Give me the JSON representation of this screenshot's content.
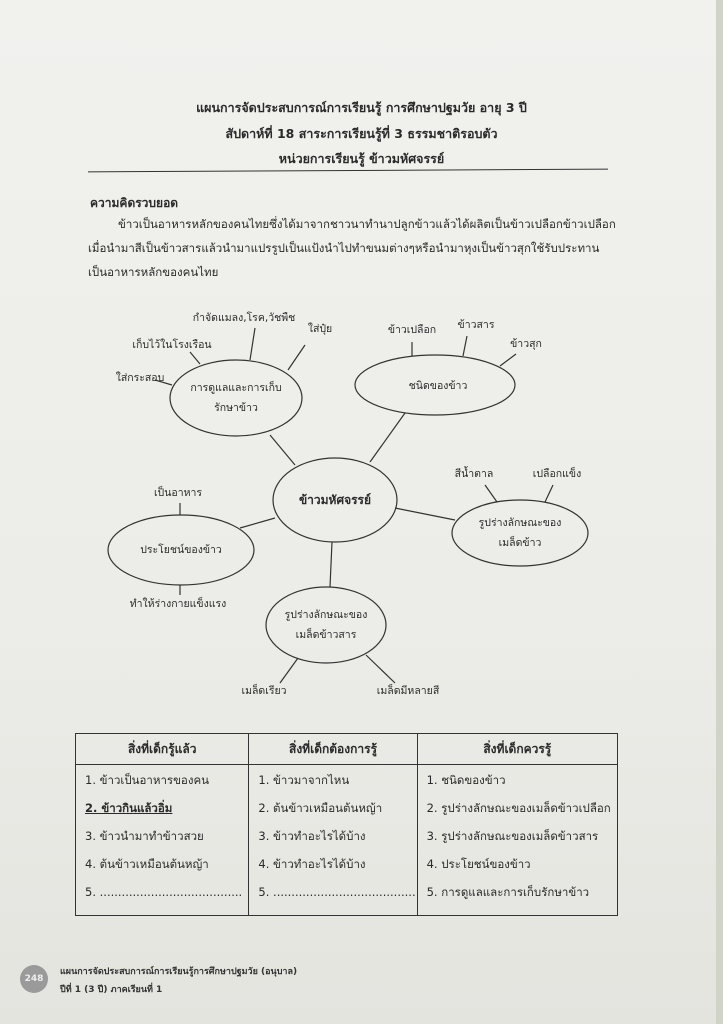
{
  "header": {
    "line1": "แผนการจัดประสบการณ์การเรียนรู้ การศึกษาปฐมวัย  อายุ 3  ปี",
    "line2": "สัปดาห์ที่ 18   สาระการเรียนรู้ที่ 3   ธรรมชาติรอบตัว",
    "line3": "หน่วยการเรียนรู้   ข้าวมหัศจรรย์"
  },
  "concept": {
    "heading": "ความคิดรวบยอด",
    "text": "ข้าวเป็นอาหารหลักของคนไทยซึ่งได้มาจากชาวนาทำนาปลูกข้าวแล้วได้ผลิตเป็นข้าวเปลือกข้าวเปลือกเมื่อนำมาสีเป็นข้าวสารแล้วนำมาแปรรูปเป็นแป้งนำไปทำขนมต่างๆหรือนำมาหุงเป็นข้าวสุกใช้รับประทานเป็นอาหารหลักของคนไทย"
  },
  "mindmap": {
    "center": "ข้าวมหัศจรรย์",
    "care": {
      "line1": "การดูแลและการเก็บ",
      "line2": "รักษาข้าว",
      "leaves": [
        "ใส่กระสอบ",
        "เก็บไว้ในโรงเรือน",
        "กำจัดแมลง,โรค,วัชพืช",
        "ใส่ปุ๋ย"
      ]
    },
    "types": {
      "label": "ชนิดของข้าว",
      "leaves": [
        "ข้าวเปลือก",
        "ข้าวสาร",
        "ข้าวสุก"
      ]
    },
    "seed": {
      "line1": "รูปร่างลักษณะของ",
      "line2": "เมล็ดข้าว",
      "leaves": [
        "สีน้ำตาล",
        "เปลือกแข็ง"
      ]
    },
    "benefit": {
      "label": "ประโยชน์ของข้าว",
      "leaves": [
        "เป็นอาหาร",
        "ทำให้ร่างกายแข็งแรง"
      ]
    },
    "milled": {
      "line1": "รูปร่างลักษณะของ",
      "line2": "เมล็ดข้าวสาร",
      "leaves": [
        "เมล็ดเรียว",
        "เมล็ดมีหลายสี"
      ]
    }
  },
  "table": {
    "headers": [
      "สิ่งที่เด็กรู้แล้ว",
      "สิ่งที่เด็กต้องการรู้",
      "สิ่งที่เด็กควรรู้"
    ],
    "col1": [
      "1. ข้าวเป็นอาหารของคน",
      "2. ข้าวกินแล้วอิ่ม",
      "3. ข้าวนำมาทำข้าวสวย",
      "4. ต้นข้าวเหมือนต้นหญ้า",
      "5. ......................................."
    ],
    "col2": [
      "1. ข้าวมาจากไหน",
      "2. ต้นข้าวเหมือนต้นหญ้า",
      "3. ข้าวทำอะไรได้บ้าง",
      "4. ข้าวทำอะไรได้บ้าง",
      "5. ......................................."
    ],
    "col3": [
      "1. ชนิดของข้าว",
      "2. รูปร่างลักษณะของเมล็ดข้าวเปลือก",
      "3. รูปร่างลักษณะของเมล็ดข้าวสาร",
      "4. ประโยชน์ของข้าว",
      "5. การดูแลและการเก็บรักษาข้าว"
    ]
  },
  "footer": {
    "page": "248",
    "line1": "แผนการจัดประสบการณ์การเรียนรู้การศึกษาปฐมวัย (อนุบาล)",
    "line2": "ปีที่ 1 (3 ปี) ภาคเรียนที่ 1"
  }
}
